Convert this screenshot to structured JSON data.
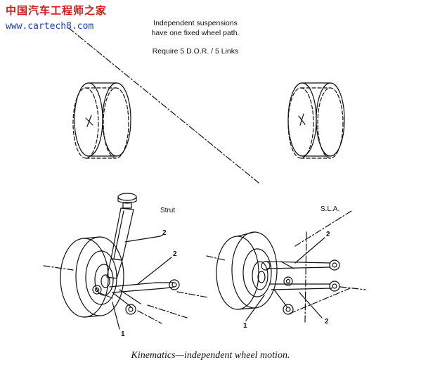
{
  "watermark": {
    "site_name_cn": "中国汽车工程师之家",
    "site_url": "www.cartech8.com"
  },
  "note": {
    "line1": "Independent suspensions",
    "line2": "have one fixed wheel path.",
    "line3": "Require 5 D.O.R. / 5 Links"
  },
  "labels": {
    "strut": "Strut",
    "sla": "S.L.A."
  },
  "callouts": {
    "strut_1": "1",
    "strut_2a": "2",
    "strut_2b": "2",
    "sla_1": "1",
    "sla_2a": "2",
    "sla_2b": "2"
  },
  "caption": "Kinematics—independent wheel motion."
}
